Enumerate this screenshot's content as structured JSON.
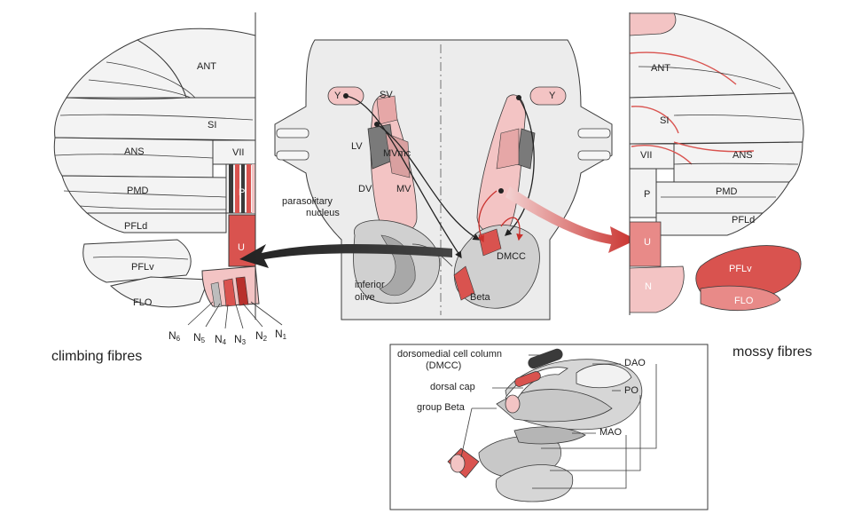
{
  "diagram": {
    "left_cerebellum": {
      "lobules": [
        "ANT",
        "SI",
        "VII",
        "ANS",
        "P",
        "PMD",
        "PFLd",
        "U",
        "PFLv",
        "FLO"
      ],
      "nuclei_prefix": "N",
      "nuclei_subscripts": [
        "6",
        "5",
        "4",
        "3",
        "2",
        "1"
      ],
      "caption": "climbing fibres"
    },
    "brainstem": {
      "labels": {
        "y_left": "Y",
        "sv": "SV",
        "lv": "LV",
        "mvmc": "MVmc",
        "dv": "DV",
        "mv": "MV",
        "y_right": "Y",
        "parasolitary": "parasolitary",
        "nucleus": "nucleus",
        "inferior": "inferior",
        "olive": "olive",
        "dmcc": "DMCC",
        "beta": "Beta"
      }
    },
    "right_cerebellum": {
      "lobules": [
        "ANT",
        "SI",
        "VII",
        "ANS",
        "P",
        "PMD",
        "PFLd",
        "U",
        "PFLv",
        "N",
        "FLO"
      ],
      "caption": "mossy fibres"
    },
    "inset": {
      "labels": {
        "dorsomedial": "dorsomedial cell column",
        "dmcc_paren": "(DMCC)",
        "dorsal_cap": "dorsal cap",
        "group_beta": "group Beta",
        "dao": "DAO",
        "po": "PO",
        "mao": "MAO"
      }
    },
    "colors": {
      "outline": "#3a3a3a",
      "lobule_fill": "#f3f3f3",
      "brainstem_fill": "#ececec",
      "red": "#d9534f",
      "pink": "#f3c4c4",
      "light_pink": "#f8dcdc",
      "dark_red": "#b8302c",
      "gray": "#bdbdbd",
      "dark_gray": "#7a7a7a",
      "arrow_dark": "#333333"
    }
  }
}
